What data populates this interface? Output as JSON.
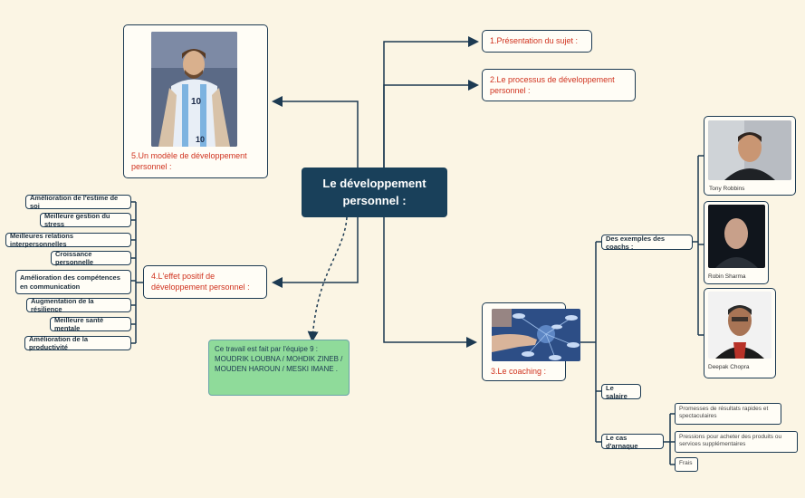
{
  "central": {
    "title": "Le développement personnel :"
  },
  "branches": {
    "b1": "1.Présentation du sujet :",
    "b2": "2.Le processus de développement personnel :",
    "b3": "3.Le coaching :",
    "b4": "4.L'effet positif de développement personnel :",
    "b5": "5.Un modèle de développement personnel :"
  },
  "effects": [
    "Amélioration de l'estime de soi",
    "Meilleure gestion du stress",
    "Meilleures relations interpersonnelles",
    "Croissance personnelle",
    "Amélioration des compétences en communication",
    "Augmentation  de la résilience",
    "Meilleure santé mentale",
    "Amélioration de la productivité"
  ],
  "coaching": {
    "examples": "Des exemples des coachs :",
    "salary": "Le salaire",
    "scam": "Le cas d'arnaque",
    "coaches": [
      "Tony Robbins",
      "Robin Sharma",
      "Deepak Chopra"
    ],
    "scam_items": [
      "Promesses de résultats rapides et spectaculaires",
      "Pressions pour acheter des produits ou services supplémentaires",
      "Frais"
    ]
  },
  "note": "Ce travail est fait par l'équipe 9 : MOUDRIK LOUBNA / MOHDIK ZINEB / MOUDEN HAROUN / MESKI IMANE .",
  "colors": {
    "background": "#fbf5e4",
    "central": "#19405a",
    "line": "#1c3a52",
    "branch_text": "#d0321e",
    "note": "#8fdb9a"
  }
}
